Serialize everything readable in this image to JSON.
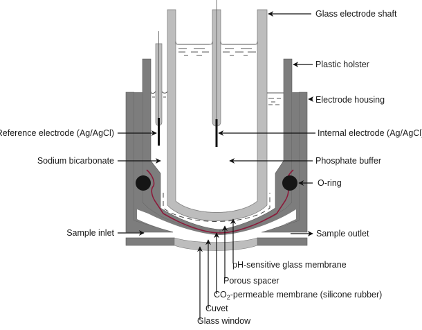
{
  "diagram": {
    "title": "Severinghaus PCO2 electrode cross-section",
    "colors": {
      "housing": "#7d7d7d",
      "glass": "#bdbdbd",
      "membrane": "#8b1a3a",
      "oring": "#151515",
      "line": "#111111"
    },
    "labels": {
      "glass_electrode_shaft": "Glass electrode shaft",
      "plastic_holster": "Plastic holster",
      "electrode_housing": "Electrode housing",
      "reference_electrode": "Reference electrode (Ag/AgCl)",
      "internal_electrode": "Internal electrode (Ag/AgCl)",
      "sodium_bicarbonate": "Sodium bicarbonate",
      "phosphate_buffer": "Phosphate buffer",
      "o_ring": "O-ring",
      "sample_inlet": "Sample inlet",
      "sample_outlet": "Sample outlet",
      "ph_membrane": "pH-sensitive glass membrane",
      "porous_spacer": "Porous spacer",
      "co2_membrane_prefix": "CO",
      "co2_membrane_sub": "2",
      "co2_membrane_suffix": "-permeable membrane (silicone rubber)",
      "cuvet": "Cuvet",
      "glass_window": "Glass window"
    }
  }
}
